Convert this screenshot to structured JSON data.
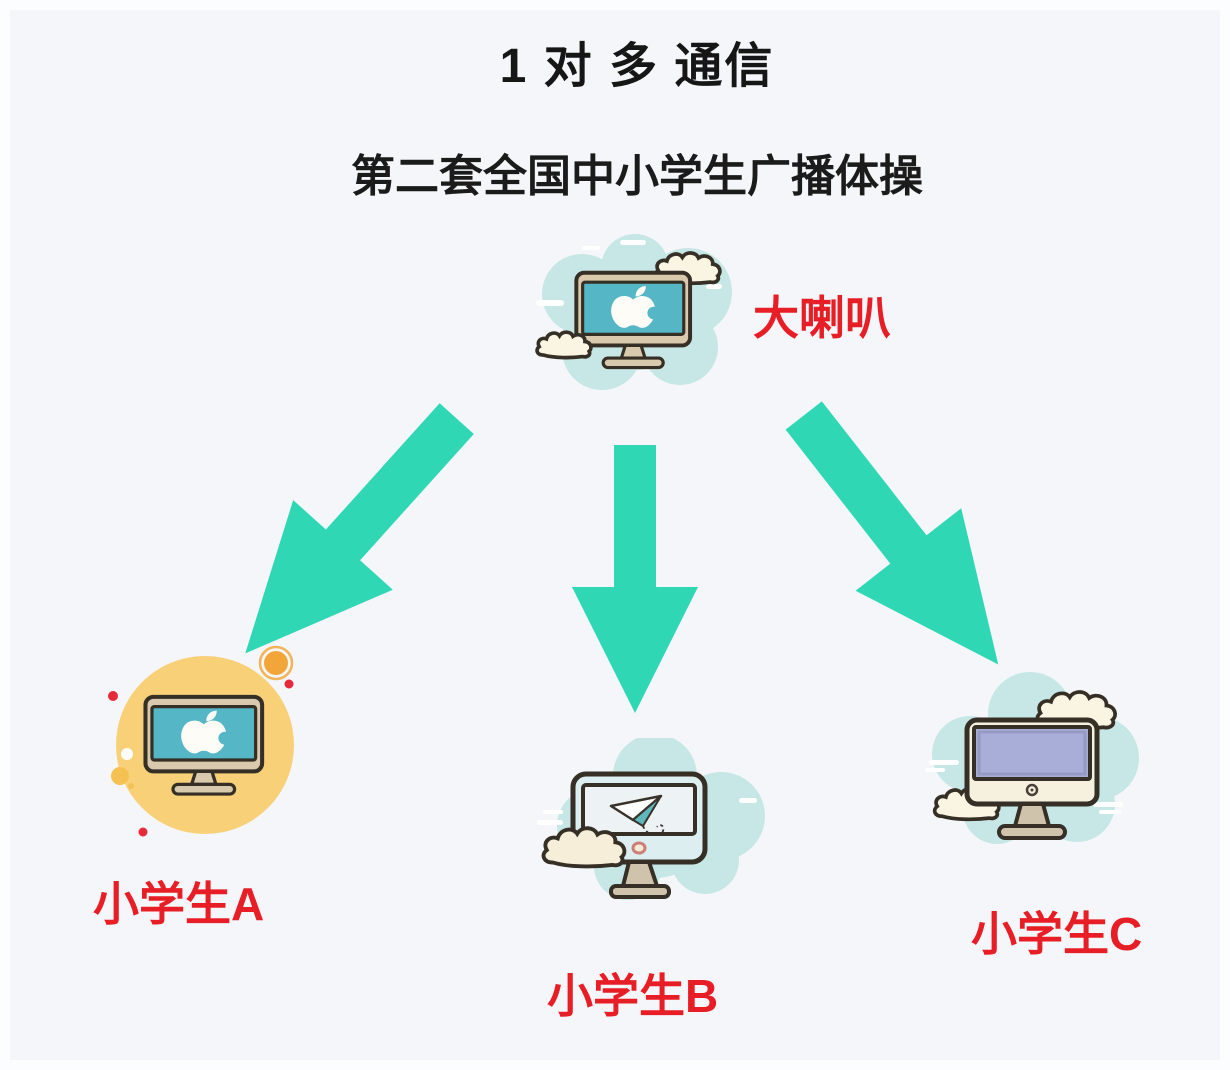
{
  "title": "1 对 多 通信",
  "subtitle": "第二套全国中小学生广播体操",
  "broadcaster": {
    "label": "大喇叭",
    "icon": "imac-apple-logo-with-clouds-icon"
  },
  "students": [
    {
      "label": "小学生A",
      "icon": "imac-apple-logo-yellow-circle-icon"
    },
    {
      "label": "小学生B",
      "icon": "imac-paper-plane-with-cloud-icon"
    },
    {
      "label": "小学生C",
      "icon": "imac-blank-screen-with-clouds-icon"
    }
  ],
  "diagram": {
    "type": "one-to-many-broadcast",
    "arrows": [
      {
        "from": "大喇叭",
        "to": "小学生A",
        "direction": "down-left"
      },
      {
        "from": "大喇叭",
        "to": "小学生B",
        "direction": "down"
      },
      {
        "from": "大喇叭",
        "to": "小学生C",
        "direction": "down-right"
      }
    ]
  },
  "colors": {
    "arrow_teal": "#2fd7b5",
    "label_red": "#e71e26",
    "title_black": "#161616",
    "blob_teal": "#c6e7e5",
    "circle_yellow": "#f8d078",
    "screen_teal": "#55b6c6",
    "screen_periwinkle": "#a9aed8",
    "screen_light": "#edf3f5",
    "frame_beige": "#d9caae",
    "frame_cream": "#f6f0de",
    "frame_lightblue": "#dceef0",
    "stand_grey": "#cfc3ab",
    "outline_dark": "#352f26",
    "background": "#f4f6f9"
  }
}
